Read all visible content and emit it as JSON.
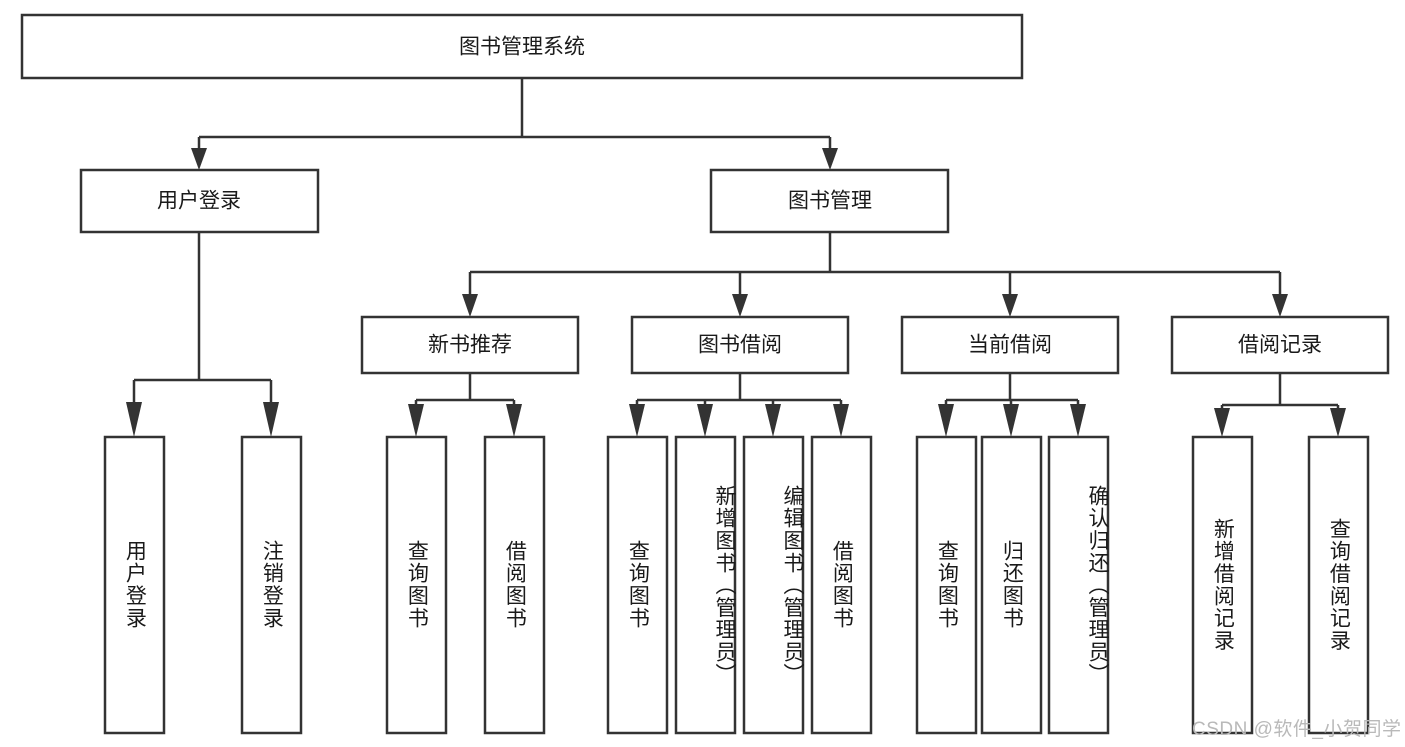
{
  "diagram": {
    "type": "tree-hierarchy",
    "title": "图书管理系统",
    "colors": {
      "box_stroke": "#333333",
      "box_fill": "#ffffff",
      "connector": "#333333",
      "text": "#1a1a1a",
      "background": "#ffffff",
      "watermark": "#b9b9b9"
    },
    "levels": {
      "root": {
        "label": "图书管理系统"
      },
      "level2": [
        {
          "id": "user-login",
          "label": "用户登录"
        },
        {
          "id": "book-manage",
          "label": "图书管理"
        }
      ],
      "level3": [
        {
          "id": "new-book-rec",
          "label": "新书推荐",
          "parent": "book-manage"
        },
        {
          "id": "book-borrow",
          "label": "图书借阅",
          "parent": "book-manage"
        },
        {
          "id": "current-borrow",
          "label": "当前借阅",
          "parent": "book-manage"
        },
        {
          "id": "borrow-record",
          "label": "借阅记录",
          "parent": "book-manage"
        }
      ],
      "leaves": [
        {
          "id": "leaf-user-login",
          "label": "用户登录",
          "parent": "user-login"
        },
        {
          "id": "leaf-logout",
          "label": "注销登录",
          "parent": "user-login"
        },
        {
          "id": "leaf-query-book-1",
          "label": "查询图书",
          "parent": "new-book-rec"
        },
        {
          "id": "leaf-borrow-book-1",
          "label": "借阅图书",
          "parent": "new-book-rec"
        },
        {
          "id": "leaf-query-book-2",
          "label": "查询图书",
          "parent": "book-borrow"
        },
        {
          "id": "leaf-add-book",
          "label": "新增图书（管理员）",
          "parent": "book-borrow"
        },
        {
          "id": "leaf-edit-book",
          "label": "编辑图书（管理员）",
          "parent": "book-borrow"
        },
        {
          "id": "leaf-borrow-book-2",
          "label": "借阅图书",
          "parent": "book-borrow"
        },
        {
          "id": "leaf-query-book-3",
          "label": "查询图书",
          "parent": "current-borrow"
        },
        {
          "id": "leaf-return-book",
          "label": "归还图书",
          "parent": "current-borrow"
        },
        {
          "id": "leaf-confirm-return",
          "label": "确认归还（管理员）",
          "parent": "current-borrow"
        },
        {
          "id": "leaf-add-record",
          "label": "新增借阅记录",
          "parent": "borrow-record"
        },
        {
          "id": "leaf-query-record",
          "label": "查询借阅记录",
          "parent": "borrow-record"
        }
      ]
    },
    "watermark": "CSDN @软件_小贺同学"
  }
}
